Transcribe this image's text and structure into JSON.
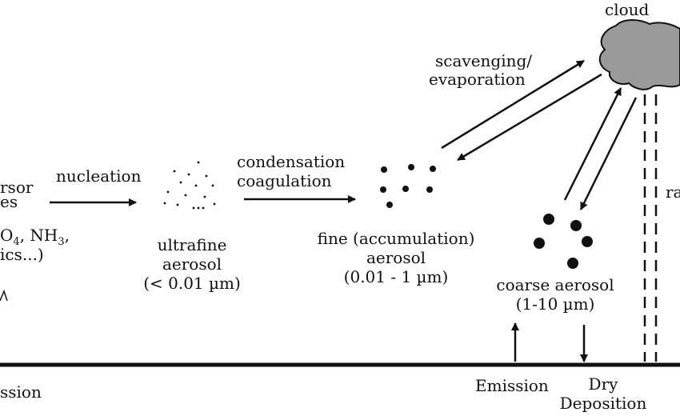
{
  "labels": {
    "precursor_line1": "rsor",
    "precursor_line2": "es",
    "precursor_line3": "O",
    "precursor_line3_sub": "4",
    "precursor_line3_rest": ", NH",
    "precursor_line3_sub2": "3",
    "precursor_line3_end": ",",
    "precursor_line4": "ics...)",
    "nucleation": "nucleation",
    "ultrafine_line1": "ultrafine",
    "ultrafine_line2": "aerosol",
    "ultrafine_line3": "(< 0.01 µm)",
    "condensation": "condensation",
    "coagulation": "coagulation",
    "fine_line1": "fine (accumulation)",
    "fine_line2": "aerosol",
    "fine_line3": "(0.01 - 1 µm)",
    "scavenging": "scavenging/",
    "evaporation": "evaporation",
    "cloud": "cloud",
    "rain": "ra",
    "coarse_line1": "coarse aerosol",
    "coarse_line2": "(1-10 µm)",
    "emission_left": "ssion",
    "emission": "Emission",
    "dry": "Dry",
    "deposition": "Deposition"
  },
  "colors": {
    "ink": "#111111",
    "cloud_fill": "#9a9a9a"
  }
}
